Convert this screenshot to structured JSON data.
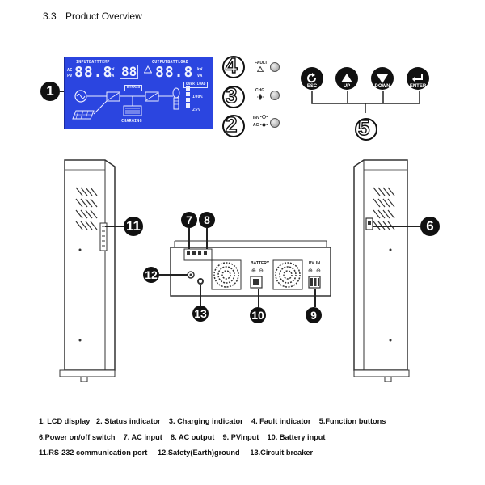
{
  "heading": {
    "section": "3.3",
    "title": "Product Overview"
  },
  "lcd": {
    "input_label": "INPUTBATTTEMP",
    "output_label": "OUTPUTBATTLOAD",
    "left_digits": "88.8",
    "mid_digits": "88",
    "right_digits": "88.8",
    "ac_tag": "AC",
    "pv_tag": "PV",
    "bypass_label": "BYPASS",
    "over_load_label": "OVER LOAD",
    "charging_label": "CHARGING",
    "pct_100": "100%",
    "pct_25": "25%",
    "unit_kw": "kW",
    "unit_va": "VA"
  },
  "indicators": [
    {
      "num": "4",
      "label": "FAULT"
    },
    {
      "num": "3",
      "label": "CHG"
    },
    {
      "num": "2",
      "label": "INV",
      "label2": "AC"
    }
  ],
  "function_buttons": {
    "group_num": "5",
    "buttons": [
      {
        "label": "ESC",
        "icon": "return-arrow-icon"
      },
      {
        "label": "UP",
        "icon": "triangle-up-icon"
      },
      {
        "label": "DOWN",
        "icon": "triangle-down-icon"
      },
      {
        "label": "ENTER",
        "icon": "enter-arrow-icon"
      }
    ]
  },
  "callouts": {
    "lcd": "1",
    "rs232": "11",
    "ac_input": "7",
    "ac_output": "8",
    "earth": "12",
    "breaker": "13",
    "battery": "10",
    "pv": "9",
    "power_switch": "6"
  },
  "bottom_panel": {
    "battery_label": "BATTERY",
    "pv_label": "PV",
    "pv_in_label": "IN",
    "plus": "⊕",
    "minus": "⊖"
  },
  "legend": {
    "line1": [
      "1. LCD display",
      "2. Status indicator",
      "3. Charging indicator",
      "4. Fault indicator",
      "5.Function buttons"
    ],
    "line2": [
      "6.Power on/off switch",
      "7. AC input",
      "8. AC output",
      "9. PVinput",
      "10. Battery input"
    ],
    "line3": [
      "11.RS-232 communication port",
      "12.Safety(Earth)ground",
      "13.Circuit breaker"
    ]
  }
}
